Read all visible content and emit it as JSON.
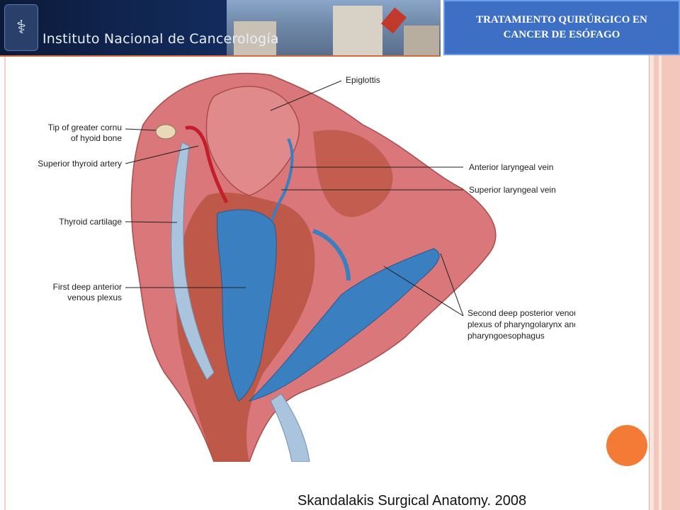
{
  "header": {
    "institution_name": "Instituto Nacional de Cancerología",
    "logo_icon": "caduceus-logo-icon",
    "title_line1": "TRATAMIENTO QUIRÚRGICO EN",
    "title_line2": "CANCER DE ESÓFAGO"
  },
  "figure": {
    "labels": {
      "epiglottis": "Epiglottis",
      "hyoid_line1": "Tip of greater cornu",
      "hyoid_line2": "of hyoid bone",
      "sup_thyroid_artery": "Superior thyroid artery",
      "thyroid_cartilage": "Thyroid cartilage",
      "first_plexus_line1": "First deep anterior",
      "first_plexus_line2": "venous plexus",
      "ant_laryngeal_vein": "Anterior laryngeal vein",
      "sup_laryngeal_vein": "Superior laryngeal vein",
      "second_plexus_line1": "Second deep posterior venous",
      "second_plexus_line2": "plexus of pharyngolarynx and",
      "second_plexus_line3": "pharyngoesophagus"
    },
    "colors": {
      "tissue": "#d9777a",
      "muscle": "#b8523f",
      "vein": "#3a7fc0",
      "artery": "#c41e2a",
      "cartilage": "#a9c4dc"
    }
  },
  "caption": "Skandalakis Surgical Anatomy. 2008"
}
